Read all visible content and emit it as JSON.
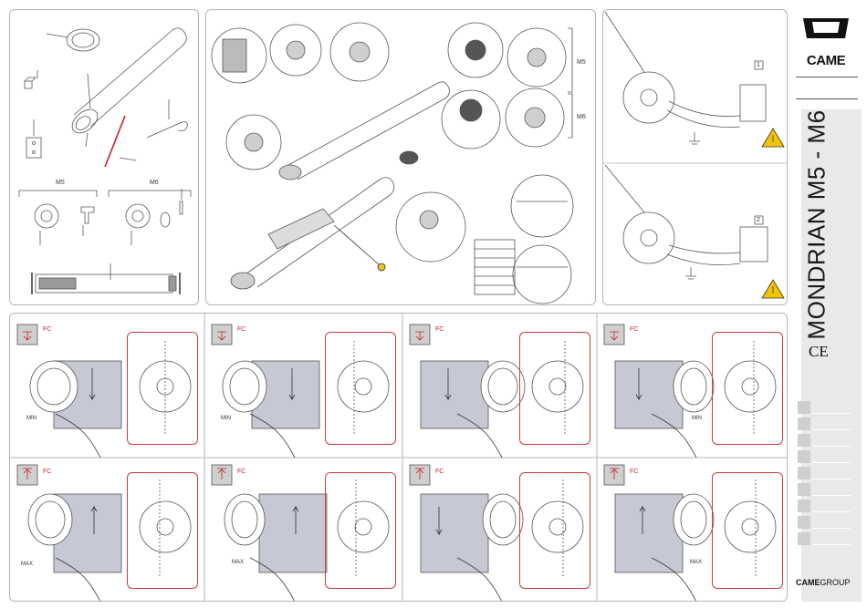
{
  "brand": {
    "logo": "CAME",
    "group_bold": "CAME",
    "group_rest": "GROUP"
  },
  "product": {
    "title": "MONDRIAN M5 - M6",
    "mark": "CE"
  },
  "components": {
    "m5_label": "M5",
    "m6_label": "M6"
  },
  "assembly": {
    "m5_label": "M5",
    "m6_label": "M6"
  },
  "wiring": {
    "step1": "1",
    "step2": "2"
  },
  "limits": {
    "down_label": "FC",
    "up_label": "FC",
    "min_label": "MIN",
    "max_label": "MAX"
  },
  "colors": {
    "accent": "#c0242b",
    "line": "#555555",
    "panel_border": "#b5b5b5",
    "sidebar_gray": "#e9e9e9"
  },
  "icons": [
    "came-logo",
    "motor-tube-icon",
    "ring-nut-icon",
    "bracket-icon",
    "adapter-icon",
    "screwdriver-icon",
    "warning-icon",
    "ground-icon",
    "limit-down-icon",
    "limit-up-icon"
  ]
}
